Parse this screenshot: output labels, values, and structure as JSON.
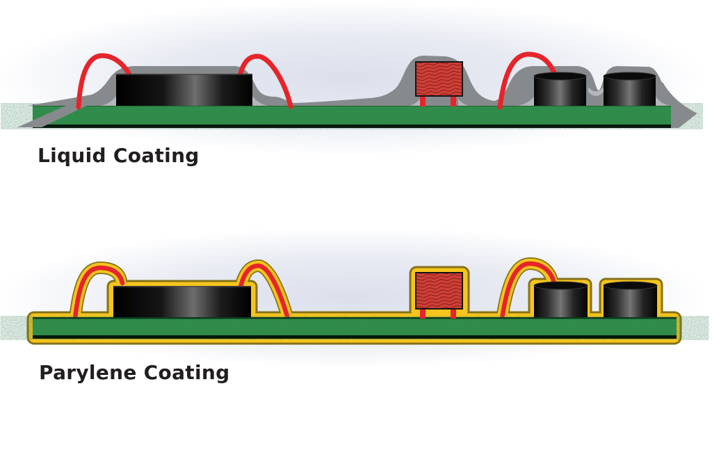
{
  "panels": [
    {
      "id": "liquid-coating",
      "label": "Liquid Coating"
    },
    {
      "id": "parylene-coating",
      "label": "Parylene Coating"
    }
  ],
  "colors": {
    "background": "#ffffff",
    "halo_blue": "#d5dae8",
    "board_green": "#2e8f46",
    "board_green_dark": "#0d3a1d",
    "board_edge_dark": "#061a0e",
    "liquid_gray": "#878a8d",
    "liquid_gray_light": "#b4b7bb",
    "parylene_yellow": "#f6c51d",
    "parylene_outline": "#85711a",
    "wire_red": "#e6242b",
    "capacitor_red": "#ce4038",
    "capacitor_hatch": "#8e211a",
    "component_outline": "#141414",
    "label_text": "#221e1f"
  }
}
